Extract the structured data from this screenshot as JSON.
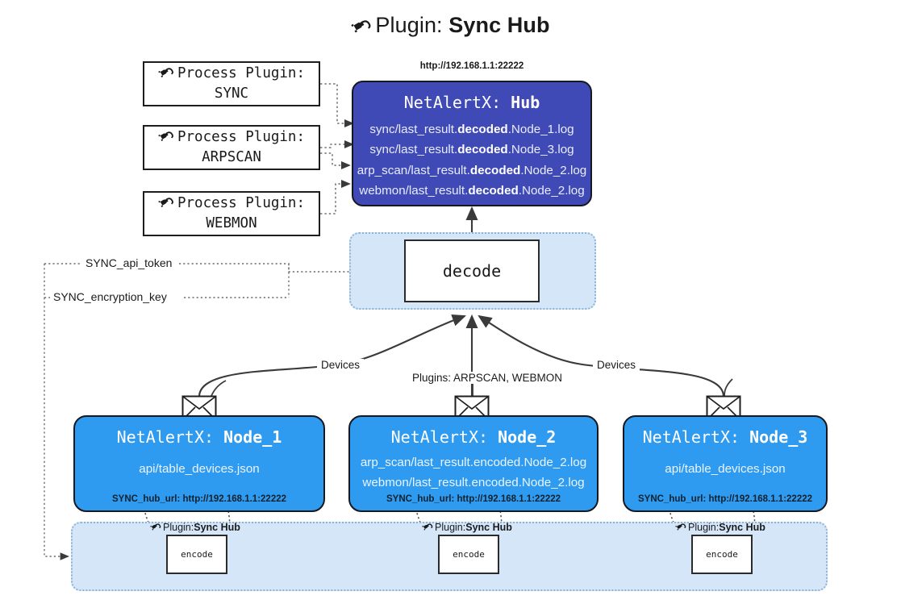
{
  "title": {
    "icon": "plug-icon",
    "prefix": "Plugin: ",
    "name": "Sync Hub"
  },
  "process_plugins": [
    {
      "line1": "Process Plugin:",
      "line2": "SYNC",
      "icon": "plug-icon"
    },
    {
      "line1": "Process Plugin:",
      "line2": "ARPSCAN",
      "icon": "plug-icon"
    },
    {
      "line1": "Process Plugin:",
      "line2": "WEBMON",
      "icon": "plug-icon"
    }
  ],
  "hub": {
    "url": "http://192.168.1.1:22222",
    "title_prefix": "NetAlertX: ",
    "title_name": "Hub",
    "logs": [
      {
        "pre": "sync/last_result.",
        "mid": "decoded",
        "post": ".Node_1.log"
      },
      {
        "pre": "sync/last_result.",
        "mid": "decoded",
        "post": ".Node_3.log"
      },
      {
        "pre": "arp_scan/last_result.",
        "mid": "decoded",
        "post": ".Node_2.log"
      },
      {
        "pre": "webmon/last_result.",
        "mid": "decoded",
        "post": ".Node_2.log"
      }
    ]
  },
  "decode": {
    "label": "decode"
  },
  "keys": [
    {
      "label": "SYNC_api_token"
    },
    {
      "label": "SYNC_encryption_key"
    }
  ],
  "edge_labels": {
    "left_devices": "Devices",
    "center_plugins": "Plugins: ARPSCAN, WEBMON",
    "right_devices": "Devices"
  },
  "nodes": [
    {
      "title_prefix": "NetAlertX: ",
      "title_name": "Node_1",
      "lines": [
        "api/table_devices.json"
      ],
      "url_label": "SYNC_hub_url: http://192.168.1.1:22222"
    },
    {
      "title_prefix": "NetAlertX: ",
      "title_name": "Node_2",
      "lines": [
        "arp_scan/last_result.encoded.Node_2.log",
        "webmon/last_result.encoded.Node_2.log"
      ],
      "url_label": "SYNC_hub_url: http://192.168.1.1:22222"
    },
    {
      "title_prefix": "NetAlertX: ",
      "title_name": "Node_3",
      "lines": [
        "api/table_devices.json"
      ],
      "url_label": "SYNC_hub_url: http://192.168.1.1:22222"
    }
  ],
  "encoders": [
    {
      "plugin_prefix": "Plugin: ",
      "plugin_name": "Sync Hub",
      "box_label": "encode",
      "icon": "plug-icon"
    },
    {
      "plugin_prefix": "Plugin: ",
      "plugin_name": "Sync Hub",
      "box_label": "encode",
      "icon": "plug-icon"
    },
    {
      "plugin_prefix": "Plugin: ",
      "plugin_name": "Sync Hub",
      "box_label": "encode",
      "icon": "plug-icon"
    }
  ],
  "colors": {
    "hub_fill": "#404ab7",
    "node_fill": "#2f9bf0",
    "band_fill": "#d4e6f8",
    "band_border": "#8ab4d8",
    "outline": "#16181f",
    "page_bg": "#ffffff"
  }
}
